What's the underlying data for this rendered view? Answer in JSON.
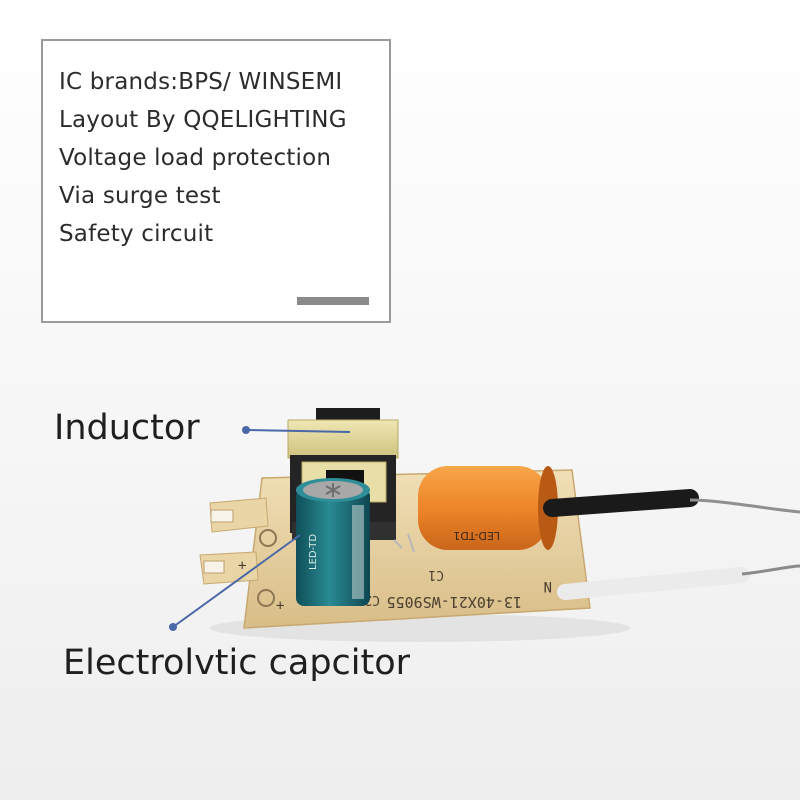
{
  "spec_box": {
    "lines": [
      "IC brands:BPS/ WINSEMI",
      "Layout By QQELIGHTING",
      "Voltage load protection",
      "Via surge test",
      "Safety circuit"
    ]
  },
  "callouts": {
    "inductor": "Inductor",
    "capacitor": "Electrolvtic capcitor"
  },
  "board_markings": {
    "part_number": "13-40X21-WS9055",
    "c1": "C1",
    "c2": "C2",
    "n": "N",
    "plus": "+",
    "cap1_text": "LED-TD1",
    "cap2_text": "LED-TD"
  },
  "colors": {
    "pcb": "#e9d3a4",
    "inductor_bobbin": "#e3d9a0",
    "cap_blue": "#1e6f7a",
    "cap_orange": "#f08a2c",
    "callout_line": "#4a68a8"
  }
}
